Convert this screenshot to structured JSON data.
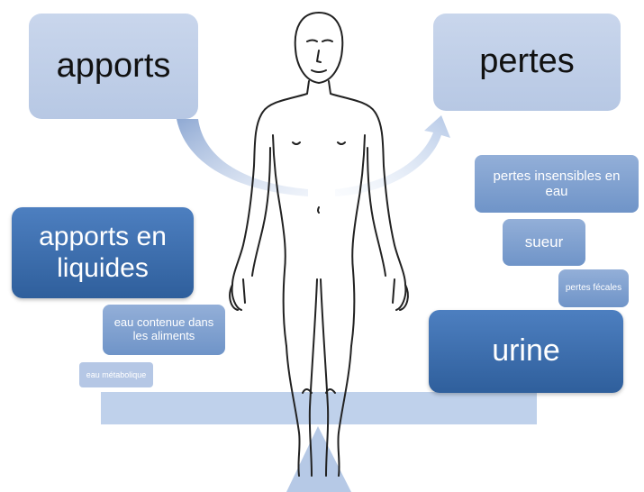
{
  "boxes": {
    "apports": "apports",
    "pertes": "pertes",
    "apports_liquides": "apports en liquides",
    "eau_aliments": "eau contenue dans les aliments",
    "eau_metabolique": "eau métabolique",
    "pertes_insensibles": "pertes insensibles en eau",
    "sueur": "sueur",
    "pertes_fecales": "pertes fécales",
    "urine": "urine"
  },
  "icons": [
    "human-body-figure",
    "curved-arrow",
    "balance-fulcrum"
  ],
  "colors": {
    "light_box": "#bfcfe9",
    "dark_box": "#3b6aa8",
    "mid_box": "#86a5d2",
    "beam": "#aac1e4"
  }
}
